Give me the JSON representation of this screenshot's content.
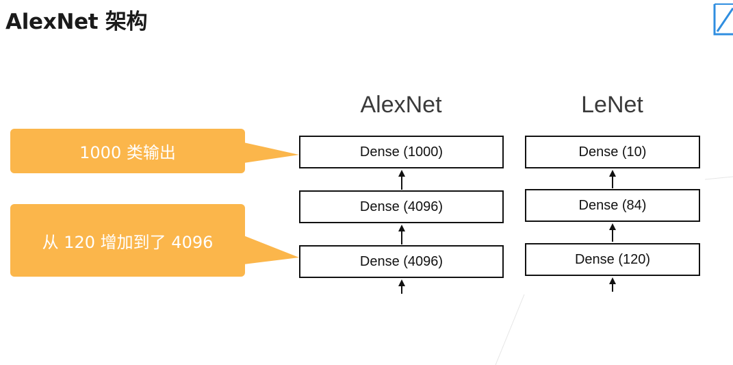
{
  "title": "AlexNet 架构",
  "colors": {
    "callout": "#fbb64b",
    "logo": "#2f8ee0",
    "box_border": "#111111"
  },
  "diagram": {
    "alexnet": {
      "title": "AlexNet",
      "layers": [
        "Dense (1000)",
        "Dense (4096)",
        "Dense (4096)"
      ]
    },
    "lenet": {
      "title": "LeNet",
      "layers": [
        "Dense (10)",
        "Dense (84)",
        "Dense (120)"
      ]
    }
  },
  "callouts": [
    {
      "text": "1000 类输出"
    },
    {
      "text": "从 120 增加到了 4096"
    }
  ],
  "icons": {
    "logo": "book-logo-icon",
    "arrows": "arrow-up-icon"
  }
}
